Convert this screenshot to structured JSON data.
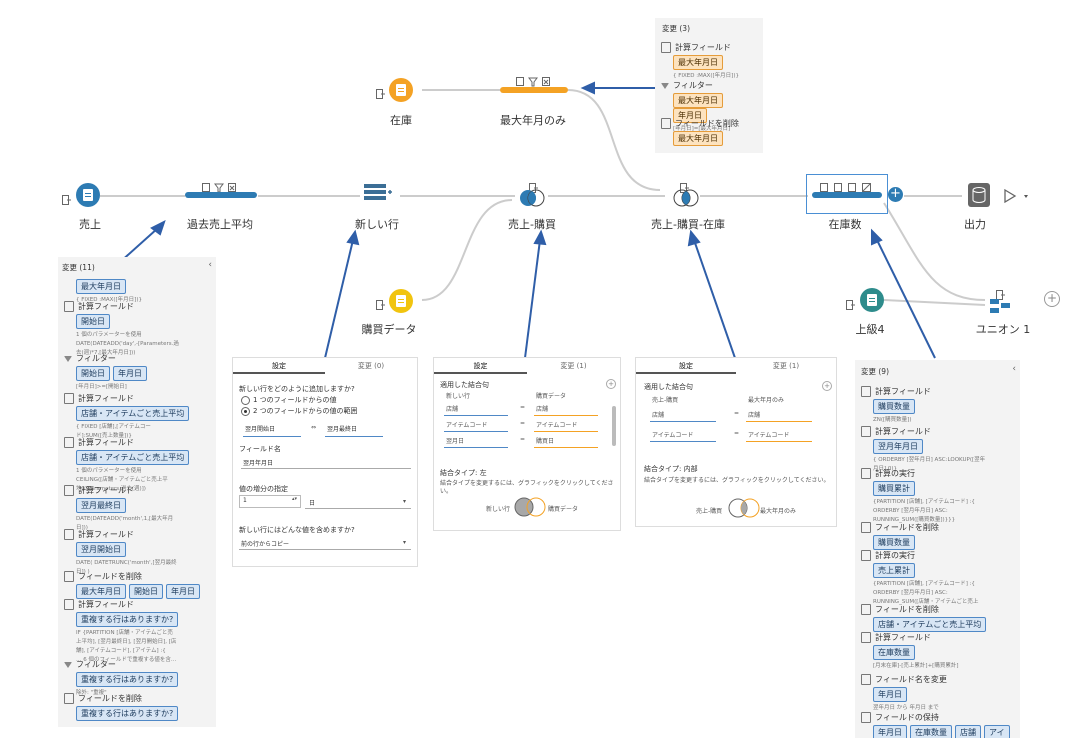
{
  "colors": {
    "blue": "#2d7bb3",
    "orange": "#f4a224",
    "yellow": "#f1c40f",
    "teal": "#2e8c8c",
    "gray": "#666666",
    "edge": "#cccccc",
    "arrow": "#2f5ea8"
  },
  "nodes": {
    "zaiko": "在庫",
    "saidai": "最大年月のみ",
    "uriage": "売上",
    "kako": "過去売上平均",
    "atarashii": "新しい行",
    "uriage_kounyu": "売上-購買",
    "uriage_kounyu_zaiko": "売上-購買-在庫",
    "zaikosu": "在庫数",
    "shutsuryoku": "出力",
    "kounyu_data": "購買データ",
    "joukyu": "上級4",
    "union": "ユニオン 1"
  },
  "panel_top": {
    "title": "変更 (3)",
    "items": [
      {
        "type": "計算フィールド",
        "chips": [
          "最大年月日"
        ],
        "sub": "{ FIXED :MAX([年月日])}"
      },
      {
        "type": "フィルター",
        "chips": [
          "最大年月日",
          "年月日"
        ],
        "sub": "[年月日]=[最大年月日]"
      },
      {
        "type": "フィールドを削除",
        "chips": [
          "最大年月日"
        ],
        "sub": ""
      }
    ]
  },
  "panel_left": {
    "title": "変更 (11)",
    "collapse": "‹",
    "items": [
      {
        "type": "",
        "chips": [
          "最大年月日"
        ],
        "sub": "{ FIXED :MAX([年月日])}"
      },
      {
        "type": "計算フィールド",
        "chips": [
          "開始日"
        ],
        "sub": "1 個のパラメーターを使用\nDATE(DATEADD('day',-[Parameters.過\n去(週)*7,[最大年月日]))"
      },
      {
        "type": "フィルター",
        "chips": [
          "開始日",
          "年月日"
        ],
        "sub": "[年月日]>=[開始日]"
      },
      {
        "type": "計算フィールド",
        "chips": [
          "店舗・アイテムごと売上平均"
        ],
        "sub": "{ FIXED [店舗],[アイテムコー\nド]:SUM([売上数量])}"
      },
      {
        "type": "計算フィールド",
        "chips": [
          "店舗・アイテムごと売上平均"
        ],
        "sub": "1 個のパラメーターを使用\nCEILING([店舗・アイテムごと売上平\n均]/[Parameters.過去(週)])"
      },
      {
        "type": "計算フィールド",
        "chips": [
          "翌月最終日"
        ],
        "sub": "DATE(DATEADD('month',1,[最大年月\n日]))"
      },
      {
        "type": "計算フィールド",
        "chips": [
          "翌月開始日"
        ],
        "sub": "DATE( DATETRUNC('month',[翌月最終\n日]) )"
      },
      {
        "type": "フィールドを削除",
        "chips": [
          "最大年月日",
          "開始日",
          "年月日"
        ],
        "sub": ""
      },
      {
        "type": "計算フィールド",
        "chips": [
          "重複する行はありますか?"
        ],
        "sub": "IF {PARTITION [店舗・アイテムごと売\n上平均], [翌月最終日], [翌月開始日], [店\n舗], [アイテムコード], [アイテム] :{\n… 6 個のフィールドで重複する値を含…"
      },
      {
        "type": "フィルター",
        "chips": [
          "重複する行はありますか?"
        ],
        "sub": "除外: \"重複\""
      },
      {
        "type": "フィールドを削除",
        "chips": [
          "重複する行はありますか?"
        ],
        "sub": ""
      }
    ]
  },
  "panel_newrow": {
    "tabs": [
      "設定",
      "変更 (0)"
    ],
    "q1": "新しい行をどのように追加しますか?",
    "opt1": "1 つのフィールドからの値",
    "opt2": "2 つのフィールドからの値の範囲",
    "from": "翌月開始日",
    "arrow": "⇔",
    "to": "翌月最終日",
    "field_name_label": "フィールド名",
    "field_name": "翌月年月日",
    "inc_label": "値の増分の指定",
    "inc_value": "1",
    "inc_unit": "日",
    "q2": "新しい行にはどんな値を含めますか?",
    "fill": "前の行からコピー"
  },
  "panel_join1": {
    "tabs": [
      "設定",
      "変更 (1)"
    ],
    "applied": "適用した結合句",
    "left_header": "新しい行",
    "right_header": "購買データ",
    "rows": [
      [
        "店舗",
        "=",
        "店舗"
      ],
      [
        "アイテムコード",
        "=",
        "アイテムコード"
      ],
      [
        "翌月日",
        "=",
        "購買日"
      ]
    ],
    "join_type": "結合タイプ: 左",
    "hint": "結合タイプを変更するには、グラフィックをクリックしてください。",
    "venn_left": "新しい行",
    "venn_right": "購買データ"
  },
  "panel_join2": {
    "tabs": [
      "設定",
      "変更 (1)"
    ],
    "applied": "適用した結合句",
    "left_header": "売上-購買",
    "right_header": "最大年月のみ",
    "rows": [
      [
        "店舗",
        "=",
        "店舗"
      ],
      [
        "アイテムコード",
        "=",
        "アイテムコード"
      ]
    ],
    "join_type": "結合タイプ: 内部",
    "hint": "結合タイプを変更するには、グラフィックをクリックしてください。",
    "venn_left": "売上-購買",
    "venn_right": "最大年月のみ"
  },
  "panel_right": {
    "title": "変更 (9)",
    "collapse": "‹",
    "items": [
      {
        "type": "計算フィールド",
        "chips": [
          "購買数量"
        ],
        "sub": "ZN([購買数量])"
      },
      {
        "type": "計算フィールド",
        "chips": [
          "翌月年月日"
        ],
        "sub": "{ ORDERBY [翌年月日] ASC:LOOKUP([翌年\n月日],0)}"
      },
      {
        "type": "計算の実行",
        "chips": [
          "購買累計"
        ],
        "sub": "{PARTITION [店舗], [アイテムコード] :{\nORDERBY [翌月年月日] ASC:\nRUNNING_SUM([購買数量])}}}"
      },
      {
        "type": "フィールドを削除",
        "chips": [
          "購買数量"
        ],
        "sub": ""
      },
      {
        "type": "計算の実行",
        "chips": [
          "売上累計"
        ],
        "sub": "{PARTITION [店舗], [アイテムコード] :{\nORDERBY [翌月年月日] ASC:\nRUNNING_SUM([店舗・アイテムごと売上"
      },
      {
        "type": "フィールドを削除",
        "chips": [
          "店舗・アイテムごと売上平均"
        ],
        "sub": ""
      },
      {
        "type": "計算フィールド",
        "chips": [
          "在庫数量"
        ],
        "sub": "[月末在庫]-[売上累計]+[購買累計]"
      },
      {
        "type": "フィールド名を変更",
        "chips": [
          "年月日"
        ],
        "sub": "翌年月日 から 年月日 まで"
      },
      {
        "type": "フィールドの保持",
        "chips": [
          "年月日",
          "在庫数量",
          "店舗",
          "アイ"
        ],
        "sub": ""
      }
    ]
  }
}
